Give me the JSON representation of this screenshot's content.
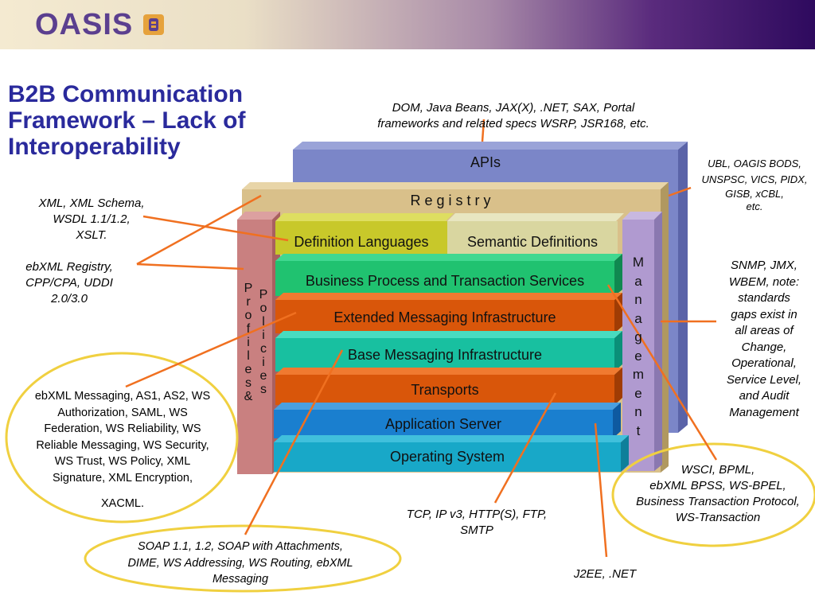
{
  "header": {
    "logo_text": "OASIS"
  },
  "title": [
    "B2B Communication",
    "Framework – Lack of",
    "Interoperability"
  ],
  "layers": {
    "apis": "APIs",
    "registry": "R e g i s t r y",
    "definition_languages": "Definition Languages",
    "semantic_definitions": "Semantic Definitions",
    "business_process": "Business Process and Transaction Services",
    "extended_messaging": "Extended Messaging Infrastructure",
    "base_messaging": "Base Messaging Infrastructure",
    "transports": "Transports",
    "application_server": "Application Server",
    "operating_system": "Operating System",
    "profiles": [
      "P",
      "r",
      "o",
      "f",
      "i",
      "l",
      "e",
      "s",
      "&"
    ],
    "policies": [
      "P",
      "o",
      "l",
      "i",
      "c",
      "i",
      "e",
      "s"
    ],
    "management": [
      "M",
      "a",
      "n",
      "a",
      "g",
      "e",
      "m",
      "e",
      "n",
      "t"
    ]
  },
  "notes": {
    "apis": [
      "DOM, Java Beans, JAX(X), .NET, SAX, Portal",
      "frameworks and related specs WSRP, JSR168, etc."
    ],
    "semantics": [
      "UBL, OAGIS BODS,",
      "UNSPSC, VICS, PIDX,",
      "GISB, xCBL,",
      "etc."
    ],
    "xml": [
      "XML, XML Schema,",
      "WSDL 1.1/1.2,",
      "XSLT."
    ],
    "ebxml_registry": [
      "ebXML Registry,",
      "CPP/CPA, UDDI",
      "2.0/3.0"
    ],
    "management": [
      "SNMP, JMX,",
      "WBEM, note:",
      "standards",
      "gaps exist in",
      "all areas of",
      "Change,",
      "Operational,",
      "Service Level,",
      "and Audit",
      "Management"
    ],
    "messaging": [
      "ebXML Messaging, AS1, AS2, WS",
      "Authorization, SAML, WS",
      "Federation, WS Reliability, WS",
      "Reliable Messaging, WS Security,",
      "WS Trust, WS Policy, XML",
      "Signature, XML Encryption,",
      "XACML."
    ],
    "soap": [
      "SOAP 1.1, 1.2, SOAP with Attachments,",
      "DIME, WS Addressing, WS Routing, ebXML",
      "Messaging"
    ],
    "tcp": [
      "TCP, IP v3, HTTP(S), FTP,",
      "SMTP"
    ],
    "j2ee": "J2EE, .NET",
    "wsci": [
      "WSCI, BPML,",
      "ebXML BPSS, WS-BPEL,",
      "Business Transaction Protocol,",
      "WS-Transaction"
    ]
  },
  "colors": {
    "apis": "#7b86c8",
    "registry": "#d9c08a",
    "definition": "#c8c82a",
    "semantic": "#d9d6a0",
    "green": "#20c270",
    "orange": "#d9560a",
    "teal": "#18c0a0",
    "blue": "#1a7fcf",
    "cyan": "#18a8c8",
    "profiles": "#c98080",
    "management": "#b09ad0",
    "callout": "#f07020",
    "ellipse": "#f0d040",
    "title": "#2a2a9c"
  }
}
